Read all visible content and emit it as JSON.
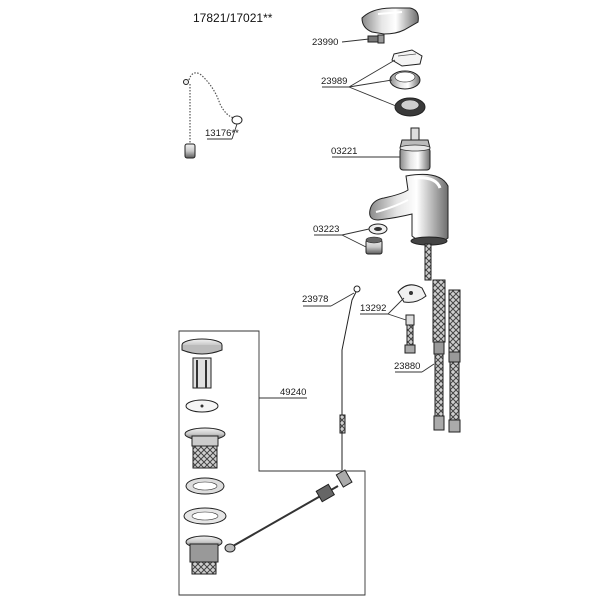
{
  "header": {
    "model_numbers": "17821/17021**"
  },
  "labels": {
    "p23990": "23990",
    "p23989": "23989",
    "p13176": "13176**",
    "p03221": "03221",
    "p03223": "03223",
    "p23978": "23978",
    "p13292": "13292",
    "p23880": "23880",
    "p49240": "49240"
  }
}
